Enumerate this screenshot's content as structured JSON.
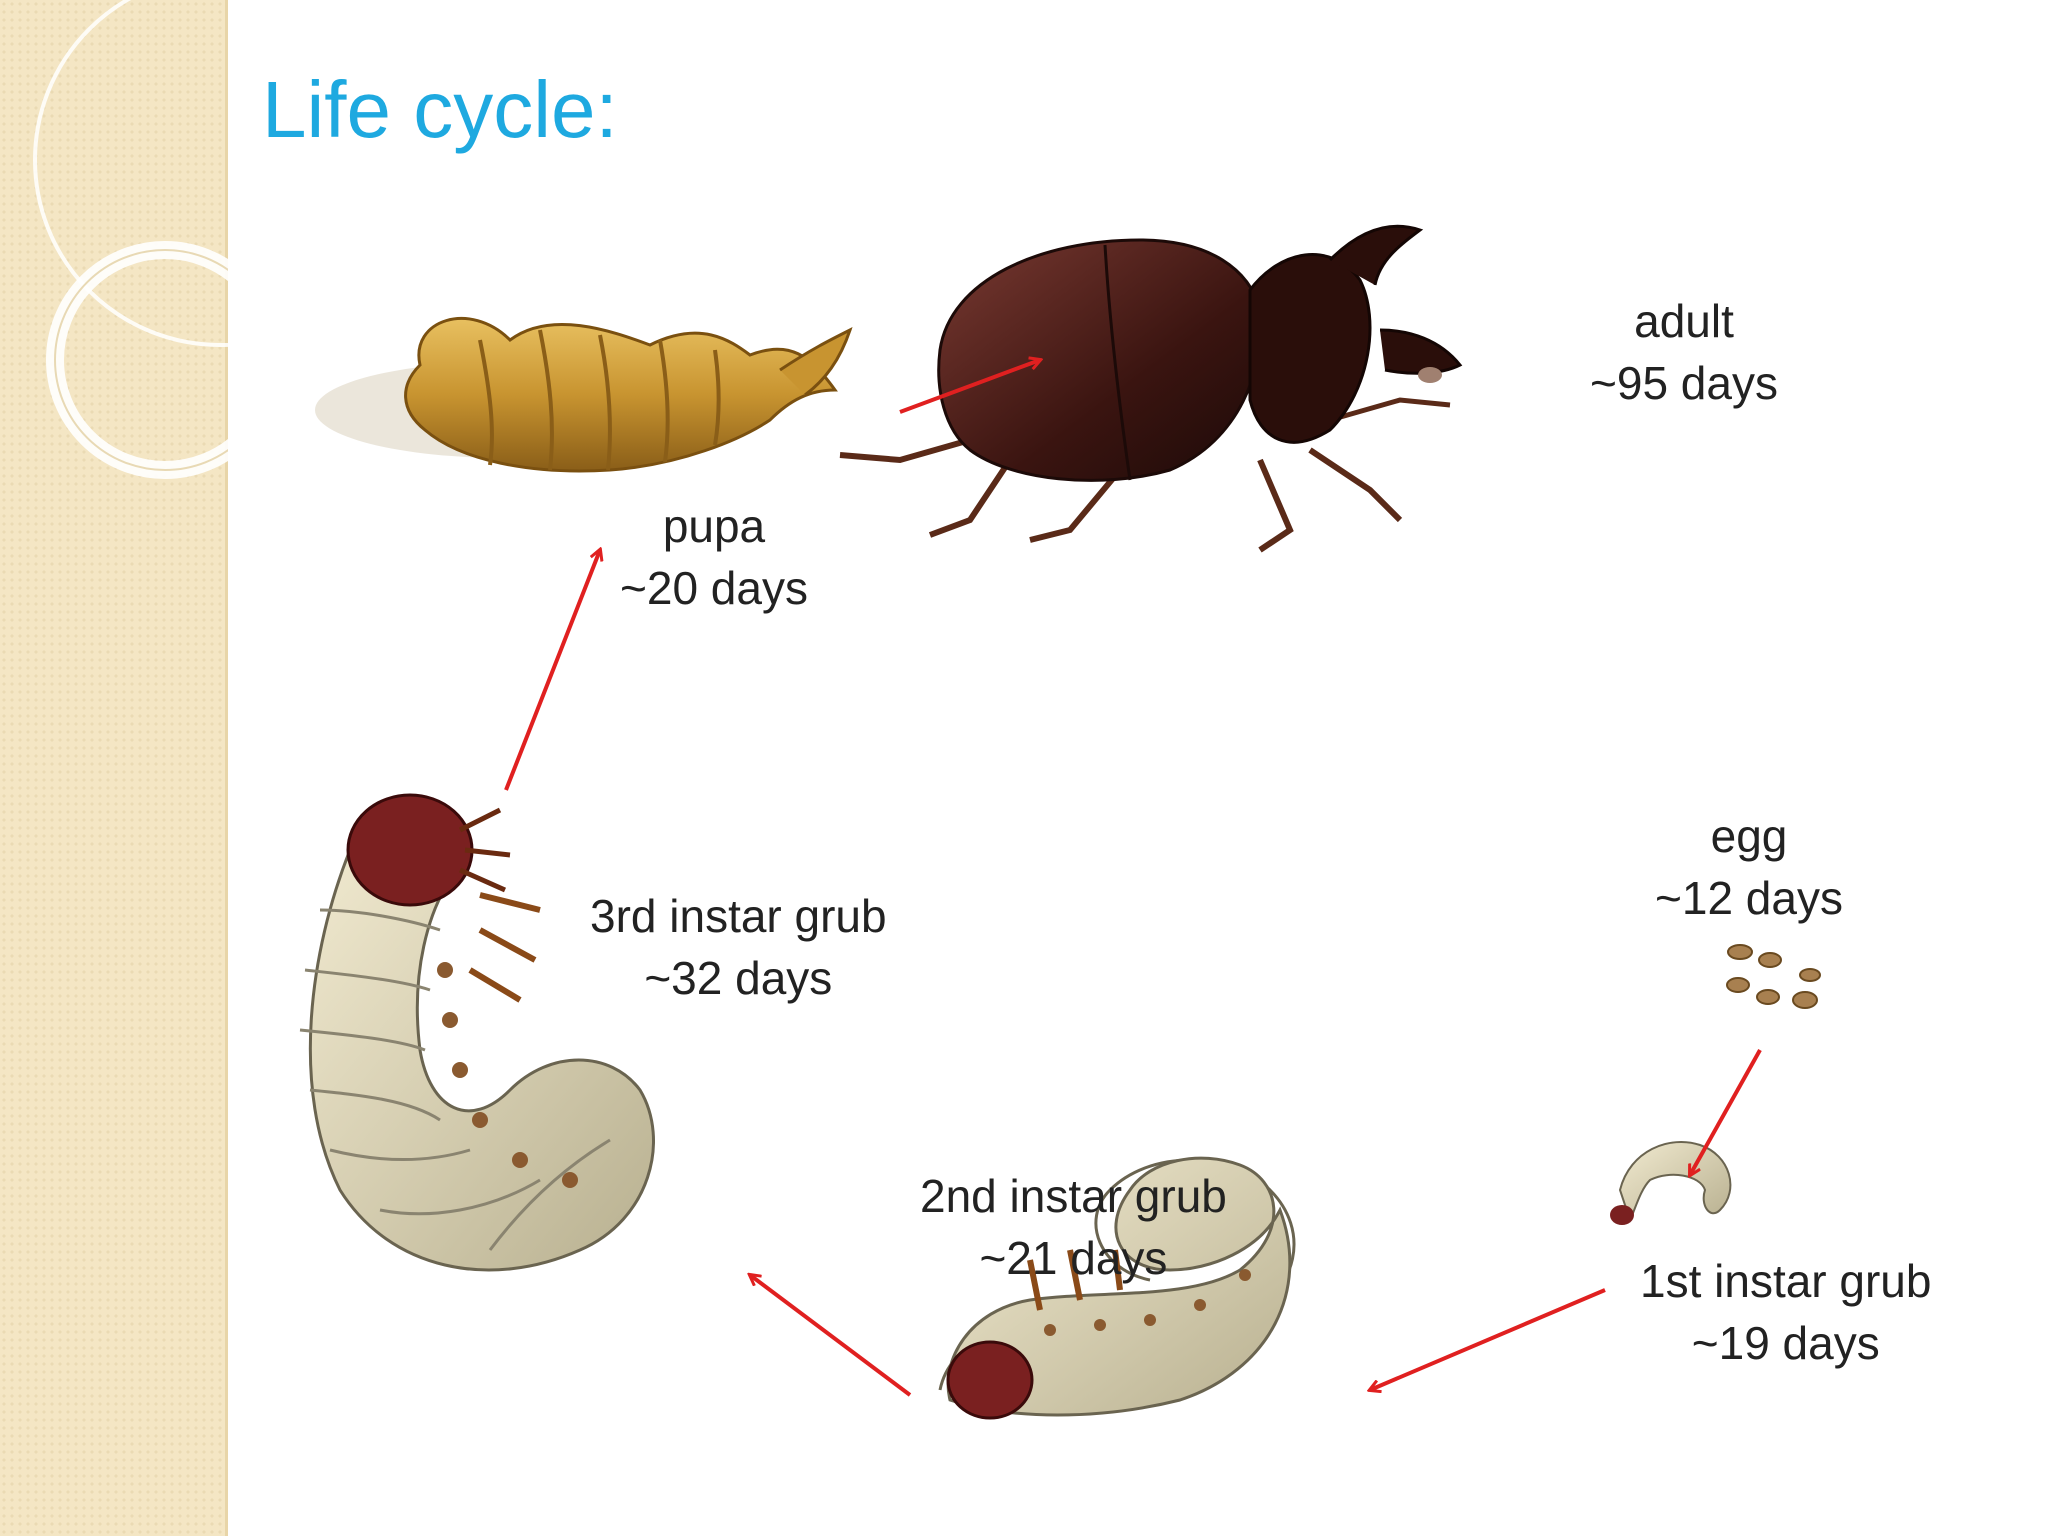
{
  "slide": {
    "title": "Life cycle:"
  },
  "diagram": {
    "stages": [
      {
        "key": "egg",
        "name": "egg",
        "duration": "~12 days"
      },
      {
        "key": "first_instar",
        "name": "1st instar grub",
        "duration": "~19 days"
      },
      {
        "key": "second_instar",
        "name": "2nd instar grub",
        "duration": "~21 days"
      },
      {
        "key": "third_instar",
        "name": "3rd instar grub",
        "duration": "~32 days"
      },
      {
        "key": "pupa",
        "name": "pupa",
        "duration": "~20 days"
      },
      {
        "key": "adult",
        "name": "adult",
        "duration": "~95 days"
      }
    ],
    "arrow_color": "#e02020"
  },
  "theme": {
    "title_color": "#1ea9e0",
    "side_panel_color": "#f4e6c4"
  }
}
